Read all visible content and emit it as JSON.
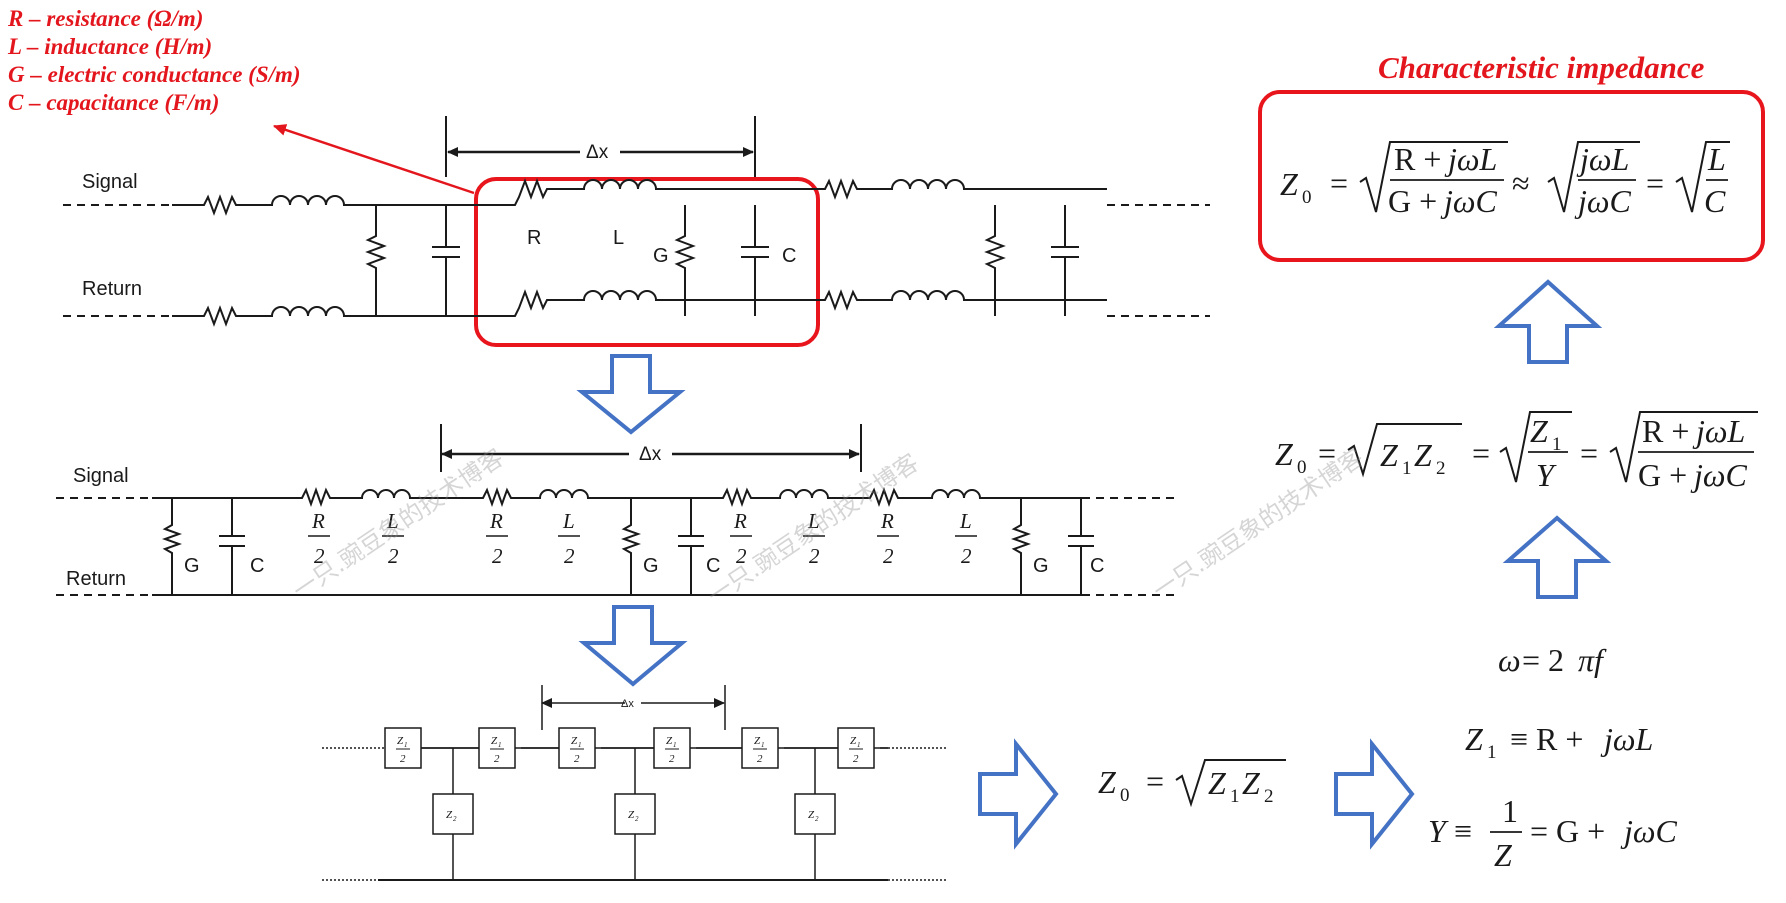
{
  "legend": {
    "r": "R – resistance (Ω/m)",
    "l": "L – inductance (H/m)",
    "g": "G – electric conductance (S/m)",
    "c": "C – capacitance (F/m)"
  },
  "title": "Characteristic impedance",
  "diagram1": {
    "signal": "Signal",
    "return": "Return",
    "dx": "Δx",
    "r": "R",
    "l": "L",
    "g": "G",
    "c": "C"
  },
  "diagram2": {
    "signal": "Signal",
    "return": "Return",
    "dx": "Δx",
    "r_num": "R",
    "l_num": "L",
    "den": "2",
    "g": "G",
    "c": "C"
  },
  "diagram3": {
    "dx": "Δx",
    "z1": "Z",
    "z1_sub": "1",
    "z1_den": "2",
    "z2": "Z",
    "z2_sub": "2"
  },
  "watermark": "一只.豌豆象的技术博客",
  "colors": {
    "red": "#e4161d",
    "arrow": "#4472c4",
    "ink": "#1a1a1a"
  }
}
